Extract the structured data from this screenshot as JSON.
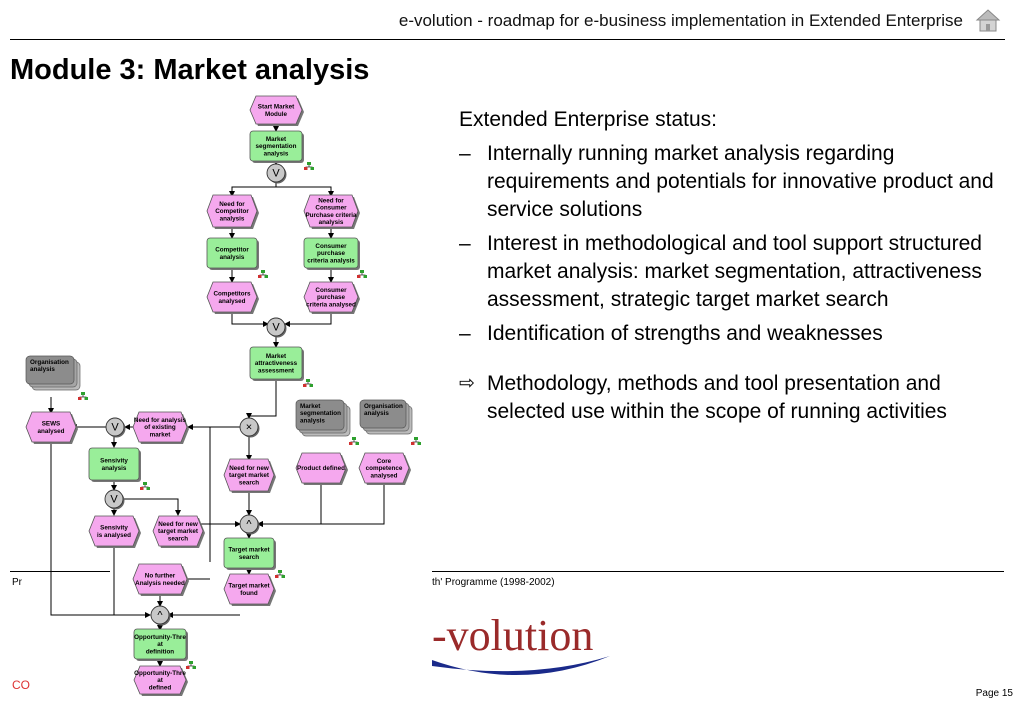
{
  "header": {
    "title": "e-volution - roadmap for e-business implementation in Extended Enterprise"
  },
  "page_title": "Module 3: Market analysis",
  "content": {
    "status_heading": "Extended Enterprise status:",
    "bullets": [
      "Internally running market analysis regarding requirements and potentials for innovative product and service solutions",
      "Interest in methodological and tool support structured market analysis: market segmentation, attractiveness assessment, strategic target market search",
      "Identification of strengths and weaknesses"
    ],
    "bullet_marker": "–",
    "arrow_marker": "⇨",
    "arrow_item": "Methodology, methods and tool presentation and selected use within the scope of running activities"
  },
  "diagram": {
    "start": [
      "Start Market",
      "Module"
    ],
    "seg": [
      "Market",
      "segmentation",
      "analysis"
    ],
    "needComp": [
      "Need for",
      "Competitor",
      "analysis"
    ],
    "needCons": [
      "Need for",
      "Consumer",
      "Purchase criteria",
      "analysis"
    ],
    "compAna": [
      "Competitor",
      "analysis"
    ],
    "consAna": [
      "Consumer",
      "purchase",
      "criteria analysis"
    ],
    "compDone": [
      "Competitors",
      "analysed"
    ],
    "consDone": [
      "Consumer",
      "purchase",
      "criteria analysed"
    ],
    "attr": [
      "Market",
      "attractiveness",
      "assessment"
    ],
    "org1": [
      "Organisation",
      "analysis"
    ],
    "mseg": [
      "Market",
      "segmentation",
      "analysis"
    ],
    "org2": [
      "Organisation",
      "analysis"
    ],
    "sews": [
      "SEWS",
      "analysed"
    ],
    "needExist": [
      "Need for analysis",
      "of existing",
      "market"
    ],
    "needNew1": [
      "Need for new",
      "target market",
      "search"
    ],
    "prodDef": [
      "Product defined"
    ],
    "coreComp": [
      "Core",
      "competence",
      "analysed"
    ],
    "sensA": [
      "Sensivity",
      "analysis"
    ],
    "sensD": [
      "Sensivity",
      "is analysed"
    ],
    "needNew2": [
      "Need for new",
      "target market",
      "search"
    ],
    "tms": [
      "Target market",
      "search"
    ],
    "noFurther": [
      "No further",
      "Analysis needed"
    ],
    "tmf": [
      "Target market",
      "found"
    ],
    "opp1": [
      "Opportunity-Thre",
      "at",
      "definition"
    ],
    "opp2": [
      "Opportunity-Thre",
      "at",
      "defined"
    ],
    "xor_symbol": "V",
    "and_symbol": "^",
    "cross_symbol": "×"
  },
  "footer": {
    "left_text": "Pr",
    "right_text": "th' Programme (1998-2002)",
    "co_text": "CO",
    "logo_text": "-volution",
    "page_number": "Page 15"
  },
  "colors": {
    "event_fill": "#f5a8ee",
    "function_fill": "#99ee99",
    "org_fill": "#8c8c8c",
    "connector_fill": "#c8c8c8",
    "logo_color": "#9a2a2a",
    "logo_swoosh": "#1a2a8a"
  }
}
